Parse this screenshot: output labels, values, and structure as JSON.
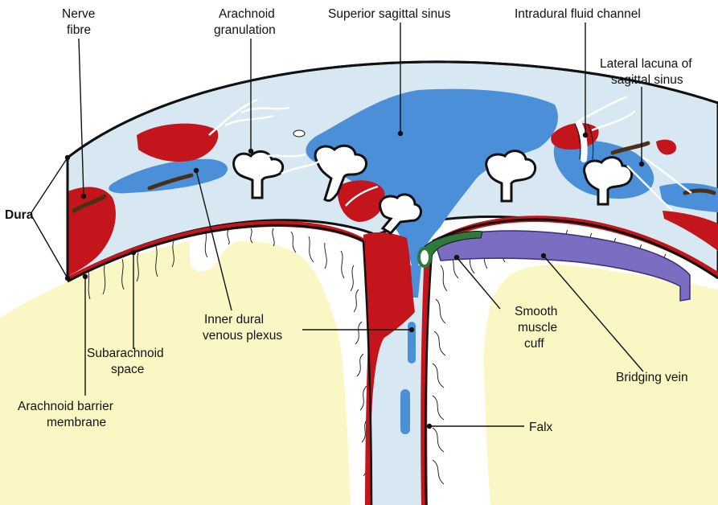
{
  "colors": {
    "background": "#ffffff",
    "brain_tissue": "#fbf7c4",
    "dura_light": "#d7e8f2",
    "venous_blue": "#4a8fd8",
    "blood_red": "#c4151c",
    "bridging_vein": "#7a6dc2",
    "smooth_muscle": "#2f7a3a",
    "nerve": "#4a3016",
    "outline": "#111111"
  },
  "labels": {
    "nerve_fibre": [
      "Nerve",
      "fibre"
    ],
    "arachnoid_granulation": [
      "Arachnoid",
      "granulation"
    ],
    "superior_sagittal_sinus": [
      "Superior sagittal sinus"
    ],
    "intradural_fluid_channel": [
      "Intradural fluid channel"
    ],
    "lateral_lacuna": [
      "Lateral lacuna of",
      "sagittal sinus"
    ],
    "dura": [
      "Dura"
    ],
    "inner_dural_venous_plexus": [
      "Inner dural",
      "venous plexus"
    ],
    "subarachnoid_space": [
      "Subarachnoid",
      "space"
    ],
    "arachnoid_barrier_membrane": [
      "Arachnoid barrier",
      "membrane"
    ],
    "smooth_muscle_cuff": [
      "Smooth",
      "muscle",
      "cuff"
    ],
    "bridging_vein": [
      "Bridging vein"
    ],
    "falx": [
      "Falx"
    ]
  }
}
